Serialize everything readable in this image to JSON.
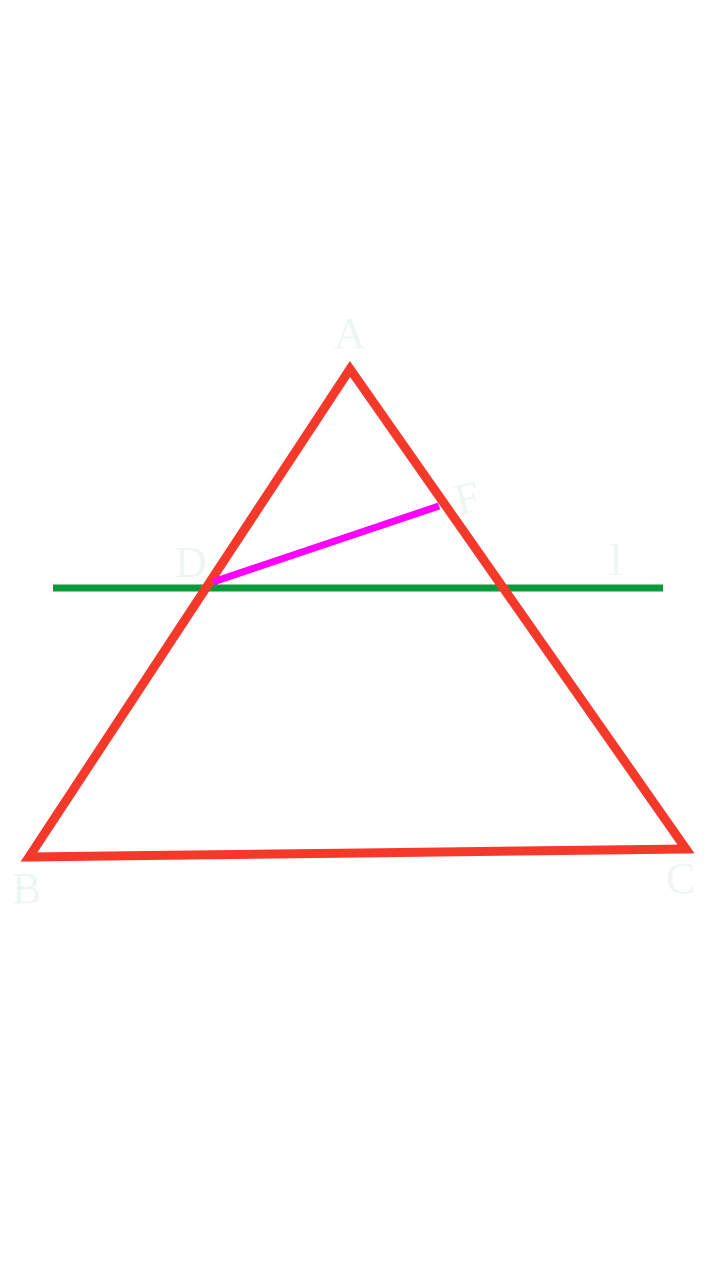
{
  "labels": {
    "A": "A",
    "B": "B",
    "C": "C",
    "D": "D",
    "F": "F",
    "l": "l"
  },
  "colors": {
    "triangle": "#f4392a",
    "line_l": "#0a9a3a",
    "segment_DF": "#ff00ff",
    "labels": "#eef6f2",
    "background": "#ffffff"
  }
}
